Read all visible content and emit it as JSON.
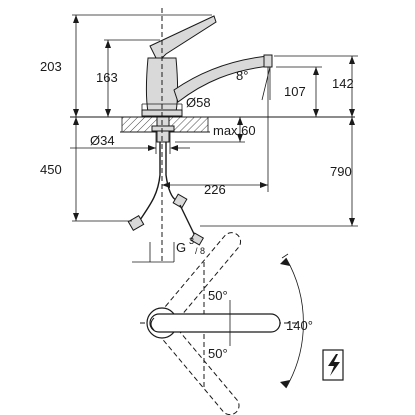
{
  "dimensions": {
    "d203": "203",
    "d163": "163",
    "d8deg": "8°",
    "d142": "142",
    "d107": "107",
    "d58": "Ø58",
    "d34": "Ø34",
    "dmax60": "max.60",
    "d450": "450",
    "d226": "226",
    "d790": "790",
    "g_base": "G",
    "g_num": "3",
    "g_den": "8",
    "a50top": "50°",
    "a50bot": "50°",
    "a140": "140°"
  },
  "icons": {
    "electric": "lightning-bolt-symbol"
  }
}
